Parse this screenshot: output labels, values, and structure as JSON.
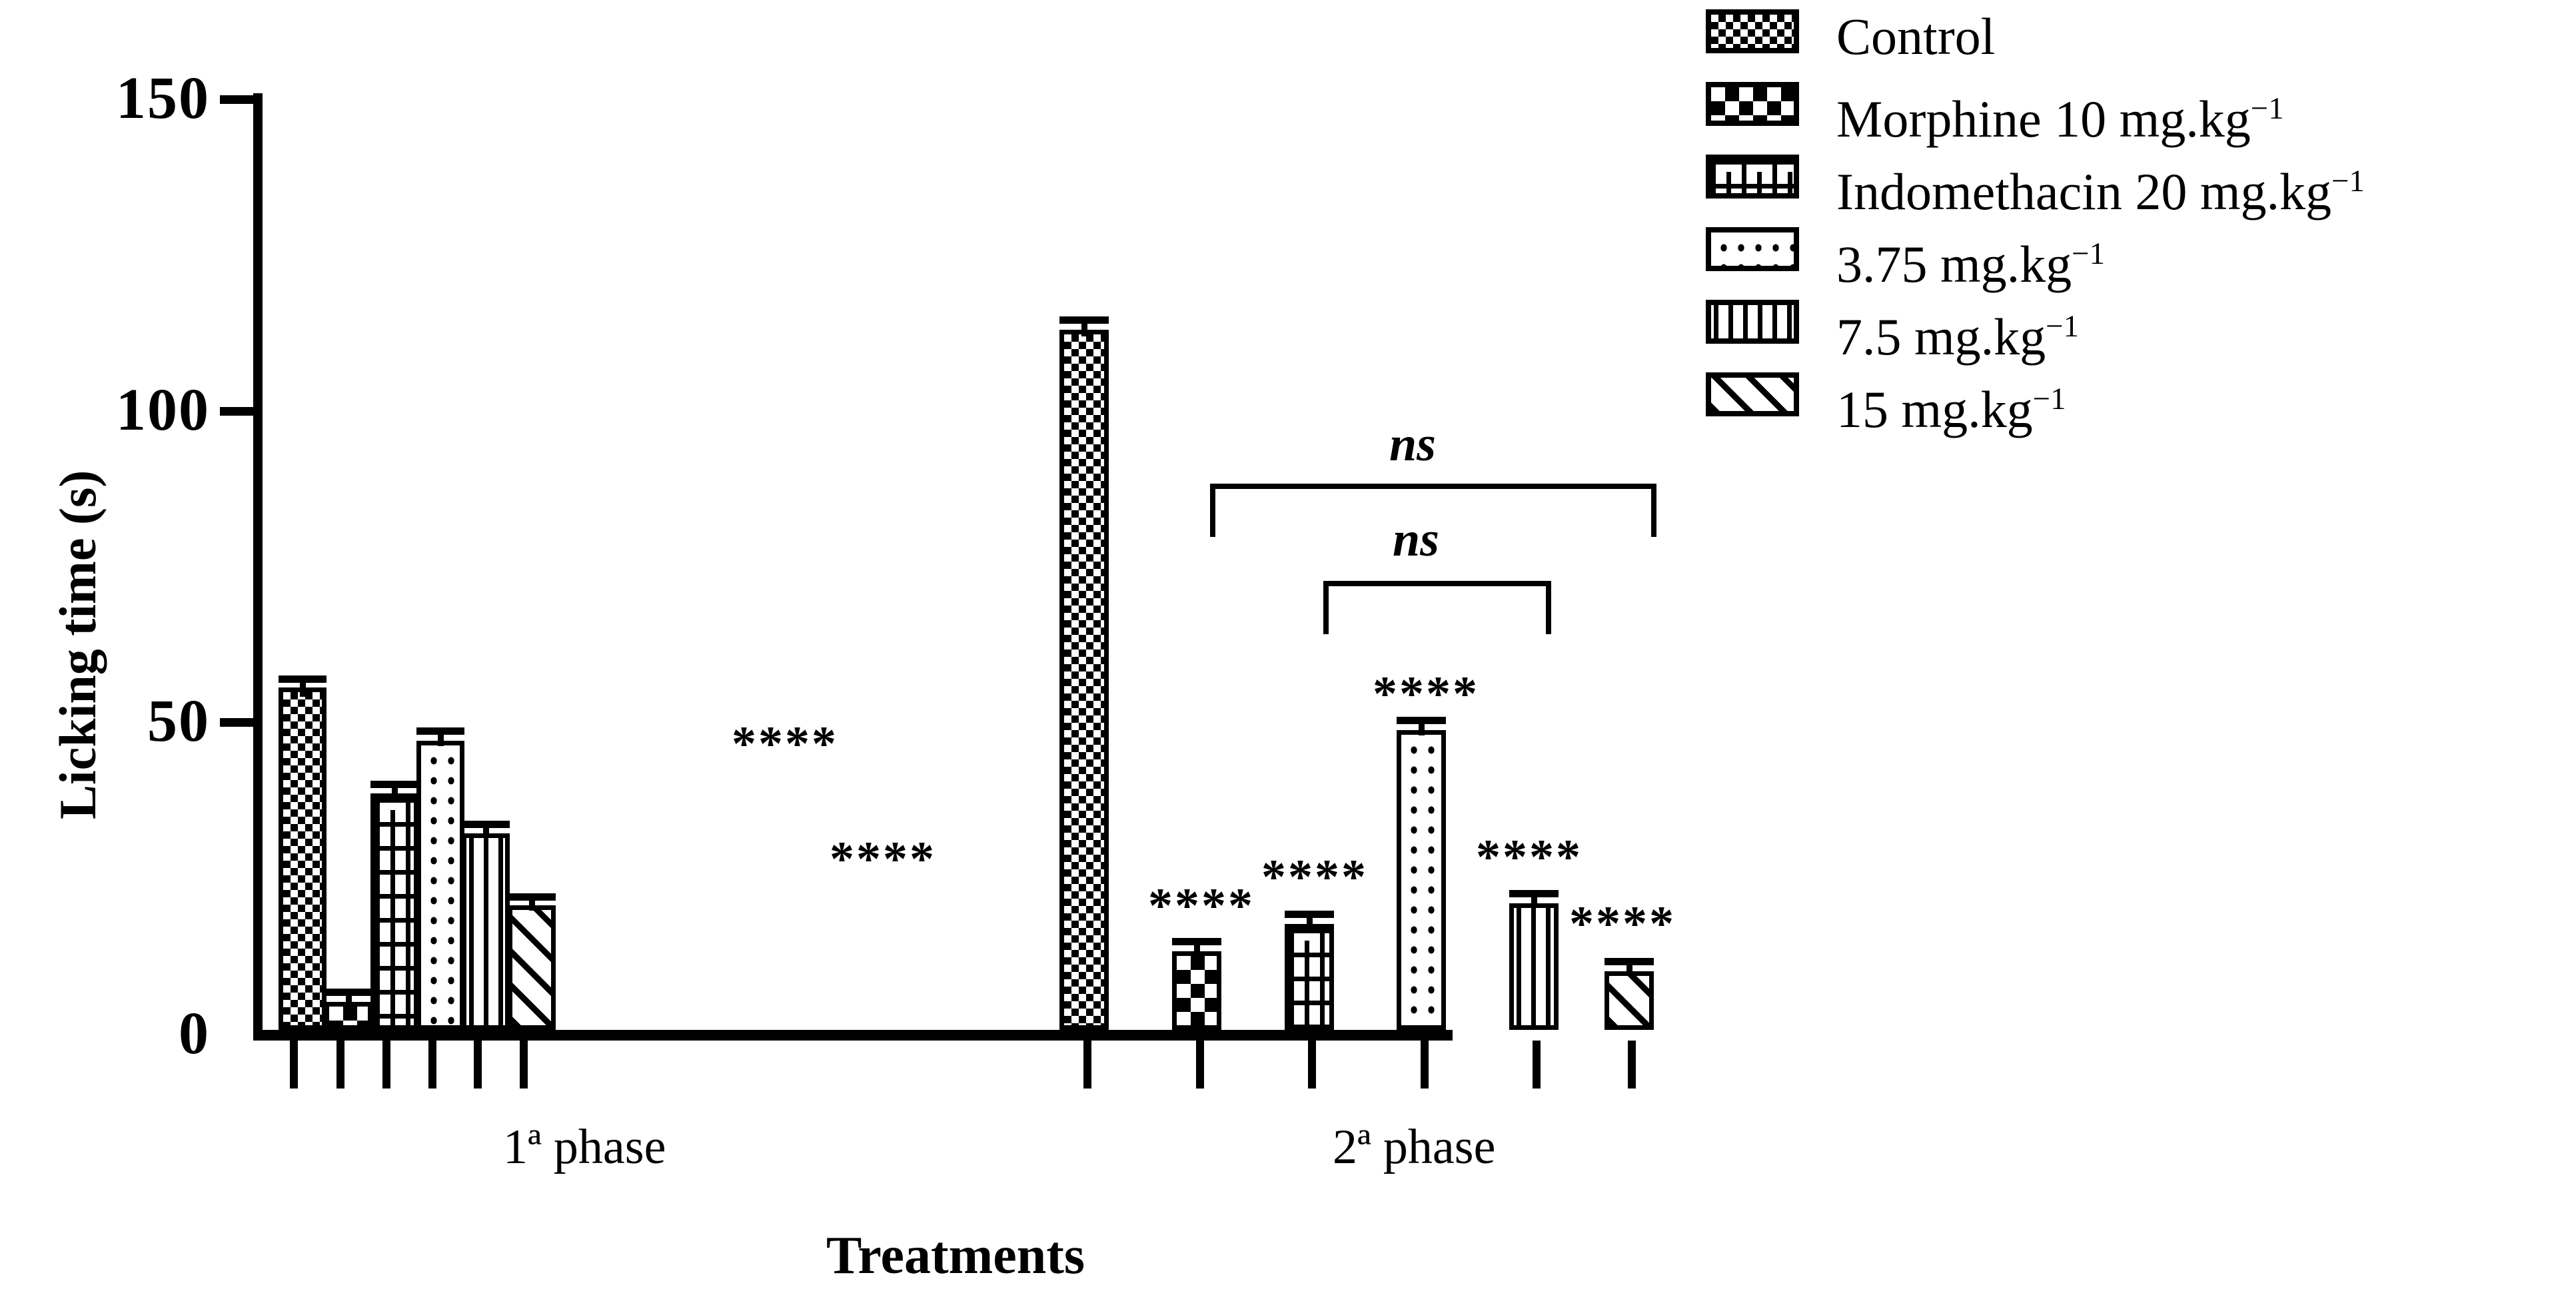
{
  "chart_data": {
    "type": "bar",
    "title": "",
    "xlabel": "Treatments",
    "ylabel": "Licking time (s)",
    "ylim": [
      0,
      150
    ],
    "yticks": [
      0,
      50,
      100,
      150
    ],
    "ytick_labels": [
      "0",
      "50",
      "100",
      "150"
    ],
    "grid": false,
    "legend_position": "right",
    "categories": [
      "1ª phase",
      "2ª phase"
    ],
    "series": [
      {
        "name": "Control",
        "pattern": "checker-large",
        "values": [
          55,
          112.5
        ],
        "errors": [
          1.5,
          2.0
        ],
        "sig": [
          "",
          ""
        ]
      },
      {
        "name": "Morphine 10 mg.kg⁻¹",
        "pattern": "checker-small",
        "values": [
          4.5,
          12.7
        ],
        "errors": [
          1.0,
          1.5
        ],
        "sig": [
          "****",
          "****"
        ]
      },
      {
        "name": "Indomethacin 20 mg.kg⁻¹",
        "pattern": "brick",
        "values": [
          38,
          17
        ],
        "errors": [
          1.3,
          1.5
        ],
        "sig": [
          "",
          "****"
        ]
      },
      {
        "name": "3.75 mg.kg⁻¹",
        "pattern": "dots",
        "values": [
          46.5,
          48.5
        ],
        "errors": [
          1.5,
          1.5
        ],
        "sig": [
          "",
          "****"
        ]
      },
      {
        "name": "7.5 mg.kg⁻¹",
        "pattern": "vertical",
        "values": [
          32,
          20.5
        ],
        "errors": [
          1.2,
          1.3
        ],
        "sig": [
          "****",
          "****"
        ]
      },
      {
        "name": "15 mg.kg⁻¹",
        "pattern": "diagonal",
        "values": [
          20,
          9.5
        ],
        "errors": [
          1.0,
          1.0
        ],
        "sig": [
          "****",
          "****"
        ]
      }
    ],
    "annotations": [
      {
        "label": "ns",
        "from": "Indomethacin 20 mg.kg⁻¹ (2ª phase)",
        "to": "15 mg.kg⁻¹ (2ª phase)",
        "level": 1
      },
      {
        "label": "ns",
        "from": "3.75 mg.kg⁻¹ (2ª phase)",
        "to": "7.5 mg.kg⁻¹ (2ª phase)",
        "level": 2
      }
    ]
  },
  "axis": {
    "y_title": "Licking time (s)",
    "x_title": "Treatments",
    "tick_150": "150",
    "tick_100": "100",
    "tick_50": "50",
    "tick_0": "0",
    "group_1": "1ª",
    "group_1_rest": " phase",
    "group_2": "2ª",
    "group_2_rest": " phase"
  },
  "legend": {
    "items": [
      {
        "label_main": "Control",
        "sup": ""
      },
      {
        "label_main": "Morphine 10 mg.kg",
        "sup": "−1"
      },
      {
        "label_main": "Indomethacin 20 mg.kg",
        "sup": "−1"
      },
      {
        "label_main": "3.75 mg.kg",
        "sup": "−1"
      },
      {
        "label_main": "7.5 mg.kg",
        "sup": "−1"
      },
      {
        "label_main": "15 mg.kg",
        "sup": "−1"
      }
    ]
  },
  "significance": {
    "stars": "****",
    "ns": "ns"
  },
  "colors": {
    "ink": "#000000",
    "background": "#ffffff"
  }
}
